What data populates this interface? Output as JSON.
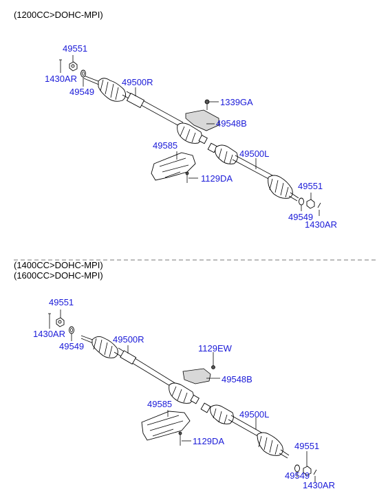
{
  "sections": [
    {
      "headers": [
        "(1200CC>DOHC-MPI)"
      ],
      "labels": {
        "nut_top": "49551",
        "pin_top": "1430AR",
        "washer_top": "49549",
        "shaft_right": "49500R",
        "bolt_upper": "1339GA",
        "bracket_upper": "49548B",
        "heatshield": "49585",
        "bolt_lower": "1129DA",
        "shaft_left": "49500L",
        "nut_bottom": "49551",
        "washer_bottom": "49549",
        "pin_bottom": "1430AR"
      }
    },
    {
      "headers": [
        "(1400CC>DOHC-MPI)",
        "(1600CC>DOHC-MPI)"
      ],
      "labels": {
        "nut_top": "49551",
        "pin_top": "1430AR",
        "washer_top": "49549",
        "shaft_right": "49500R",
        "bolt_upper": "1129EW",
        "bracket_upper": "49548B",
        "heatshield": "49585",
        "bolt_lower": "1129DA",
        "shaft_left": "49500L",
        "nut_bottom": "49551",
        "washer_bottom": "49549",
        "pin_bottom": "1430AR"
      }
    }
  ],
  "colors": {
    "label": "#1a1ad8",
    "line": "#000000",
    "divider": "#777777"
  }
}
